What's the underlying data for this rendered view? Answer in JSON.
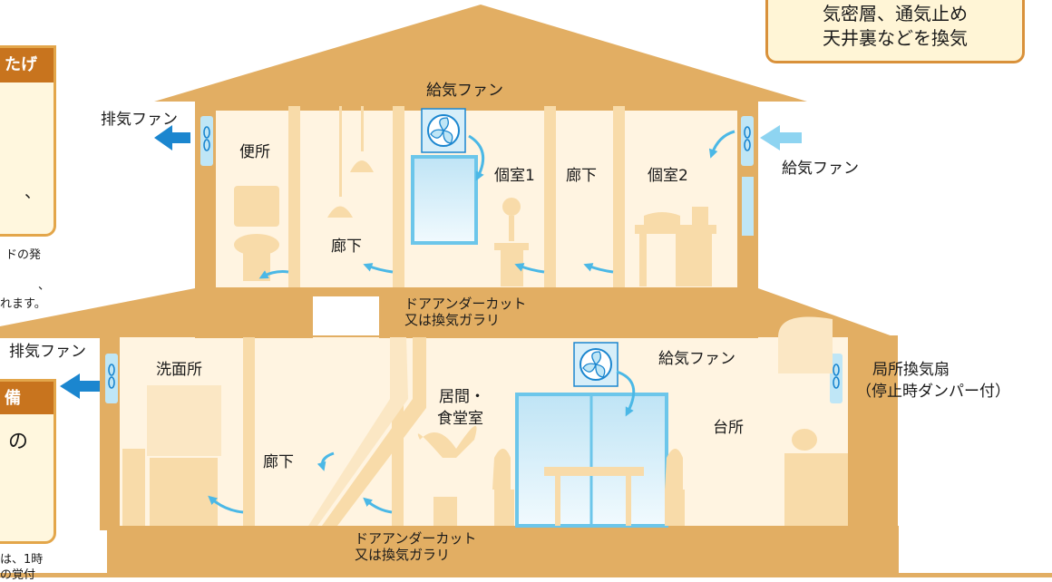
{
  "callout": {
    "line1": "気密層、通気止め",
    "line2": "天井裏などを換気"
  },
  "left_panels": {
    "top_panel_head": "たげ",
    "top_panel_char": "、",
    "note1": "ドの発",
    "note2": "、",
    "note3": "れます。",
    "bottom_panel_head": "備",
    "bottom_panel_text": "の",
    "note4": "は、1時",
    "note5": "の覚付"
  },
  "labels": {
    "supply_fan_top": "給気ファン",
    "exhaust_fan_upper": "排気ファン",
    "toilet": "便所",
    "room1": "個室1",
    "hallway_upper_mid": "廊下",
    "room2": "個室2",
    "supply_fan_right": "給気ファン",
    "hallway_upper_left": "廊下",
    "door_undercut_upper": "ドアアンダーカット",
    "vent_gallery_upper": "又は換気ガラリ",
    "exhaust_fan_lower": "排気ファン",
    "washroom": "洗面所",
    "living_dining_1": "居間・",
    "living_dining_2": "食堂室",
    "supply_fan_lower": "給気ファン",
    "local_fan_1": "局所換気扇",
    "local_fan_2": "（停止時ダンパー付）",
    "kitchen": "台所",
    "hallway_lower": "廊下",
    "door_undercut_lower": "ドアアンダーカット",
    "vent_gallery_lower": "又は換気ガラリ"
  },
  "colors": {
    "structure": "#e2ae63",
    "room_fill": "#fff4e1",
    "furniture": "#f8dba9",
    "airflow_arrow": "#4bb8e6",
    "exhaust_arrow": "#1b86cf",
    "fan_panel": "#bfe6f6",
    "panel_head": "#c8741e"
  }
}
